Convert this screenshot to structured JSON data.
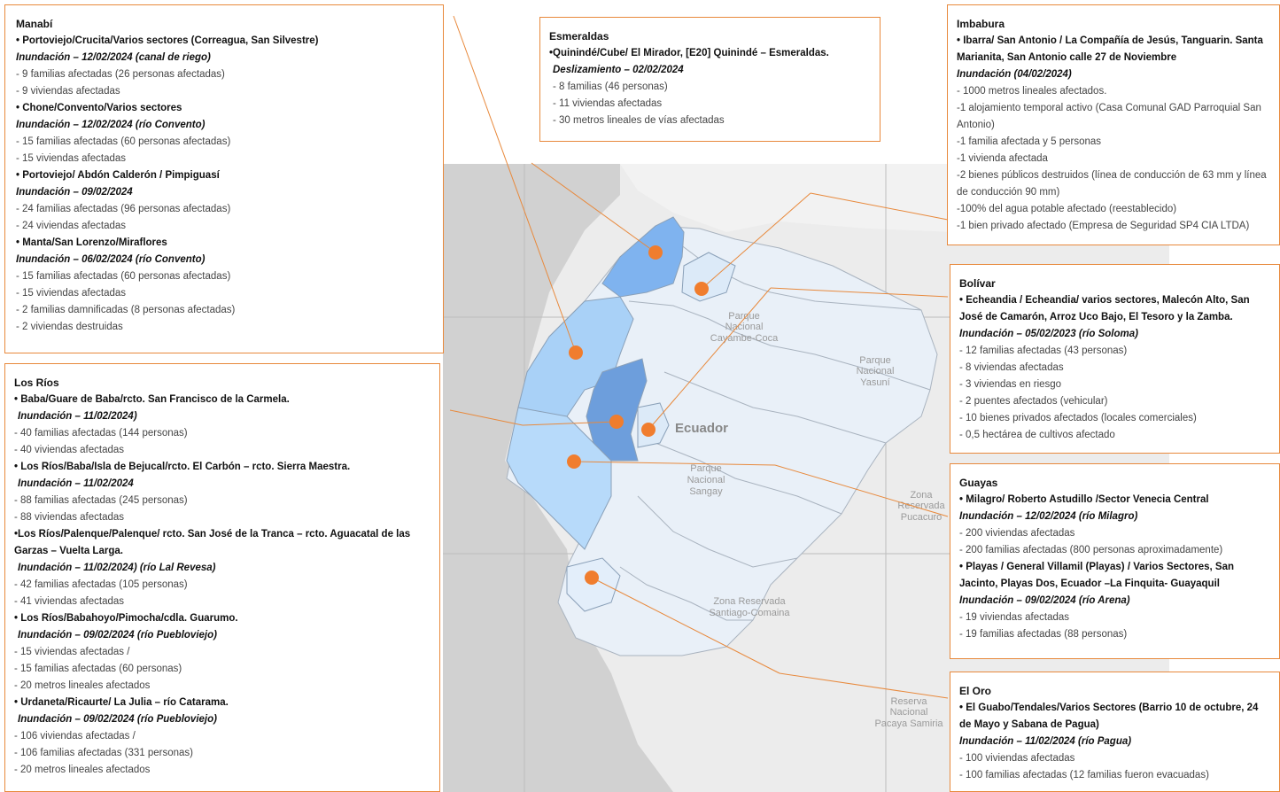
{
  "colors": {
    "accent": "#e8893c",
    "marker": "#f07d2e",
    "province_dark": "#6f9fdc",
    "province_mid": "#8dbdf0",
    "province_light": "#b9dbfb",
    "province_pale": "#e8f0fa",
    "sea": "#cfcfcf"
  },
  "map": {
    "country": "Ecuador",
    "areas": [
      "Parque Nacional Cayambe-Coca",
      "Parque Nacional Yasuní",
      "Parque Nacional Sangay",
      "Zona Reservada Pucacuro",
      "Zona Reservada Santiago-Comaina",
      "Reserva Nacional Pacaya Samiria"
    ],
    "area_lines": {
      "cayambe": [
        "Parque",
        "Nacional",
        "Cayambe-Coca"
      ],
      "yasuni": [
        "Parque",
        "Nacional",
        "Yasuní"
      ],
      "sangay": [
        "Parque",
        "Nacional",
        "Sangay"
      ],
      "pucacuro": [
        "Zona",
        "Reservada",
        "Pucacuro"
      ],
      "santiago": [
        "Zona Reservada",
        "Santiago-Comaina"
      ],
      "pacaya": [
        "Reserva",
        "Nacional",
        "Pacaya Samiria"
      ]
    }
  },
  "panels": {
    "manabi": {
      "title": "Manabí",
      "lines": [
        {
          "t": "ev",
          "text": "• Portoviejo/Crucita/Varios sectores (Correagua, San Silvestre)"
        },
        {
          "t": "sub",
          "text": "Inundación – 12/02/2024 (canal de riego)"
        },
        {
          "t": "it",
          "text": "- 9 familias afectadas (26 personas afectadas)"
        },
        {
          "t": "it",
          "text": "- 9 viviendas afectadas"
        },
        {
          "t": "ev",
          "text": "• Chone/Convento/Varios sectores"
        },
        {
          "t": "sub",
          "text": "Inundación – 12/02/2024 (río Convento)"
        },
        {
          "t": "it",
          "text": "- 15 familias afectadas (60 personas afectadas)"
        },
        {
          "t": "it",
          "text": "- 15 viviendas afectadas"
        },
        {
          "t": "ev",
          "text": "• Portoviejo/ Abdón Calderón / Pimpiguasí"
        },
        {
          "t": "sub",
          "text": "Inundación – 09/02/2024"
        },
        {
          "t": "it",
          "text": "- 24 familias afectadas (96 personas afectadas)"
        },
        {
          "t": "it",
          "text": "- 24 viviendas afectadas"
        },
        {
          "t": "ev",
          "text": "• Manta/San Lorenzo/Miraflores"
        },
        {
          "t": "sub",
          "text": "Inundación – 06/02/2024 (río Convento)"
        },
        {
          "t": "it",
          "text": "- 15 familias afectadas (60 personas afectadas)"
        },
        {
          "t": "it",
          "text": "- 15 viviendas afectadas"
        },
        {
          "t": "it",
          "text": "- 2 familias damnificadas (8 personas afectadas)"
        },
        {
          "t": "it",
          "text": "- 2 viviendas destruidas"
        }
      ]
    },
    "esmeraldas": {
      "title": "Esmeraldas",
      "lines": [
        {
          "t": "ev",
          "text": "•Quinindé/Cube/  El Mirador, [E20] Quinindé – Esmeraldas."
        },
        {
          "t": "sub ind",
          "text": "Deslizamiento – 02/02/2024"
        },
        {
          "t": "it ind",
          "text": "-   8 familias (46 personas)"
        },
        {
          "t": "it ind",
          "text": "-   11 viviendas afectadas"
        },
        {
          "t": "it ind",
          "text": "-   30 metros lineales de vías afectadas"
        }
      ]
    },
    "imbabura": {
      "title": "Imbabura",
      "lines": [
        {
          "t": "ev",
          "text": "•  Ibarra/ San Antonio / La Compañía de Jesús, Tanguarin. Santa Marianita, San Antonio calle 27 de Noviembre"
        },
        {
          "t": "sub",
          "text": "Inundación  (04/02/2024)"
        },
        {
          "t": "it",
          "text": "- 1000 metros lineales afectados."
        },
        {
          "t": "it",
          "text": "-1 alojamiento temporal activo (Casa Comunal GAD Parroquial San Antonio)"
        },
        {
          "t": "it",
          "text": "-1 familia afectada y 5 personas"
        },
        {
          "t": "it",
          "text": "-1 vivienda afectada"
        },
        {
          "t": "it",
          "text": "-2 bienes públicos destruidos (línea de conducción de 63 mm y línea de conducción 90 mm)"
        },
        {
          "t": "it",
          "text": "-100% del agua potable afectado (reestablecido)"
        },
        {
          "t": "it",
          "text": "-1 bien privado afectado (Empresa de Seguridad SP4 CIA LTDA)"
        }
      ]
    },
    "bolivar": {
      "title": "Bolívar",
      "lines": [
        {
          "t": "ev",
          "text": "•  Echeandia / Echeandia/ varios sectores, Malecón Alto, San José de Camarón, Arroz Uco  Bajo, El Tesoro y la Zamba."
        },
        {
          "t": "sub",
          "text": "Inundación – 05/02/2023 (río Soloma)"
        },
        {
          "t": "it",
          "text": "-    12 familias afectadas (43 personas)"
        },
        {
          "t": "it",
          "text": "-    8 viviendas afectadas"
        },
        {
          "t": "it",
          "text": "-    3 viviendas en riesgo"
        },
        {
          "t": "it",
          "text": "-    2 puentes afectados (vehicular)"
        },
        {
          "t": "it",
          "text": "-    10 bienes privados afectados (locales comerciales)"
        },
        {
          "t": "it",
          "text": "-    0,5 hectárea de cultivos afectado"
        }
      ]
    },
    "guayas": {
      "title": "Guayas",
      "lines": [
        {
          "t": "ev",
          "text": "•  Milagro/ Roberto Astudillo /Sector Venecia Central"
        },
        {
          "t": "sub",
          "text": "Inundación – 12/02/2024 (río Milagro)"
        },
        {
          "t": "it",
          "text": "- 200 viviendas afectadas"
        },
        {
          "t": "it",
          "text": "- 200 familias afectadas (800 personas aproximadamente)"
        },
        {
          "t": "ev",
          "text": "•  Playas / General Villamil (Playas) / Varios Sectores, San Jacinto, Playas Dos, Ecuador –La Finquita- Guayaquil"
        },
        {
          "t": "sub",
          "text": "Inundación – 09/02/2024 (río Arena)"
        },
        {
          "t": "it",
          "text": "- 19 viviendas afectadas"
        },
        {
          "t": "it",
          "text": "- 19 familias afectadas (88 personas)"
        }
      ]
    },
    "eloro": {
      "title": "El Oro",
      "lines": [
        {
          "t": "ev",
          "text": "•  El Guabo/Tendales/Varios Sectores (Barrio 10 de octubre, 24 de Mayo y Sabana de Pagua)"
        },
        {
          "t": "sub",
          "text": "Inundación – 11/02/2024 (río Pagua)"
        },
        {
          "t": "it",
          "text": "- 100 viviendas afectadas"
        },
        {
          "t": "it",
          "text": "- 100 familias afectadas (12 familias fueron evacuadas)"
        }
      ]
    },
    "losrios": {
      "title": "Los Ríos",
      "lines": [
        {
          "t": "ev",
          "text": "• Baba/Guare de Baba/rcto. San Francisco de la Carmela."
        },
        {
          "t": "sub ind",
          "text": "Inundación – 11/02/2024)"
        },
        {
          "t": "it",
          "text": "-     40 familias afectadas (144 personas)"
        },
        {
          "t": "it",
          "text": "-     40 viviendas afectadas"
        },
        {
          "t": "ev",
          "text": "• Los Ríos/Baba/Isla de Bejucal/rcto. El Carbón – rcto. Sierra Maestra."
        },
        {
          "t": "sub ind",
          "text": "Inundación – 11/02/2024"
        },
        {
          "t": "it",
          "text": "-     88 familias afectadas (245 personas)"
        },
        {
          "t": "it",
          "text": "-     88 viviendas afectadas"
        },
        {
          "t": "ev",
          "text": "•Los Ríos/Palenque/Palenque/ rcto. San José de la Tranca – rcto. Aguacatal de las Garzas – Vuelta Larga."
        },
        {
          "t": "sub ind",
          "text": "Inundación – 11/02/2024) (río Lal Revesa)"
        },
        {
          "t": "it",
          "text": "-     42 familias afectadas (105 personas)"
        },
        {
          "t": "it",
          "text": "-     41 viviendas afectadas"
        },
        {
          "t": "ev",
          "text": "• Los Ríos/Babahoyo/Pimocha/cdla. Guarumo."
        },
        {
          "t": "sub ind",
          "text": "Inundación – 09/02/2024 (río Puebloviejo)"
        },
        {
          "t": "it",
          "text": "-     15 viviendas afectadas /"
        },
        {
          "t": "it",
          "text": "-     15 familias afectadas (60 personas)"
        },
        {
          "t": "it",
          "text": "-     20 metros lineales afectados"
        },
        {
          "t": "ev",
          "text": "• Urdaneta/Ricaurte/ La Julia – río Catarama."
        },
        {
          "t": "sub ind",
          "text": "Inundación – 09/02/2024 (río Puebloviejo)"
        },
        {
          "t": "it",
          "text": "-     106 viviendas afectadas /"
        },
        {
          "t": "it",
          "text": "-     106 familias afectadas (331 personas)"
        },
        {
          "t": "it",
          "text": "-     20 metros lineales afectados"
        }
      ]
    }
  }
}
